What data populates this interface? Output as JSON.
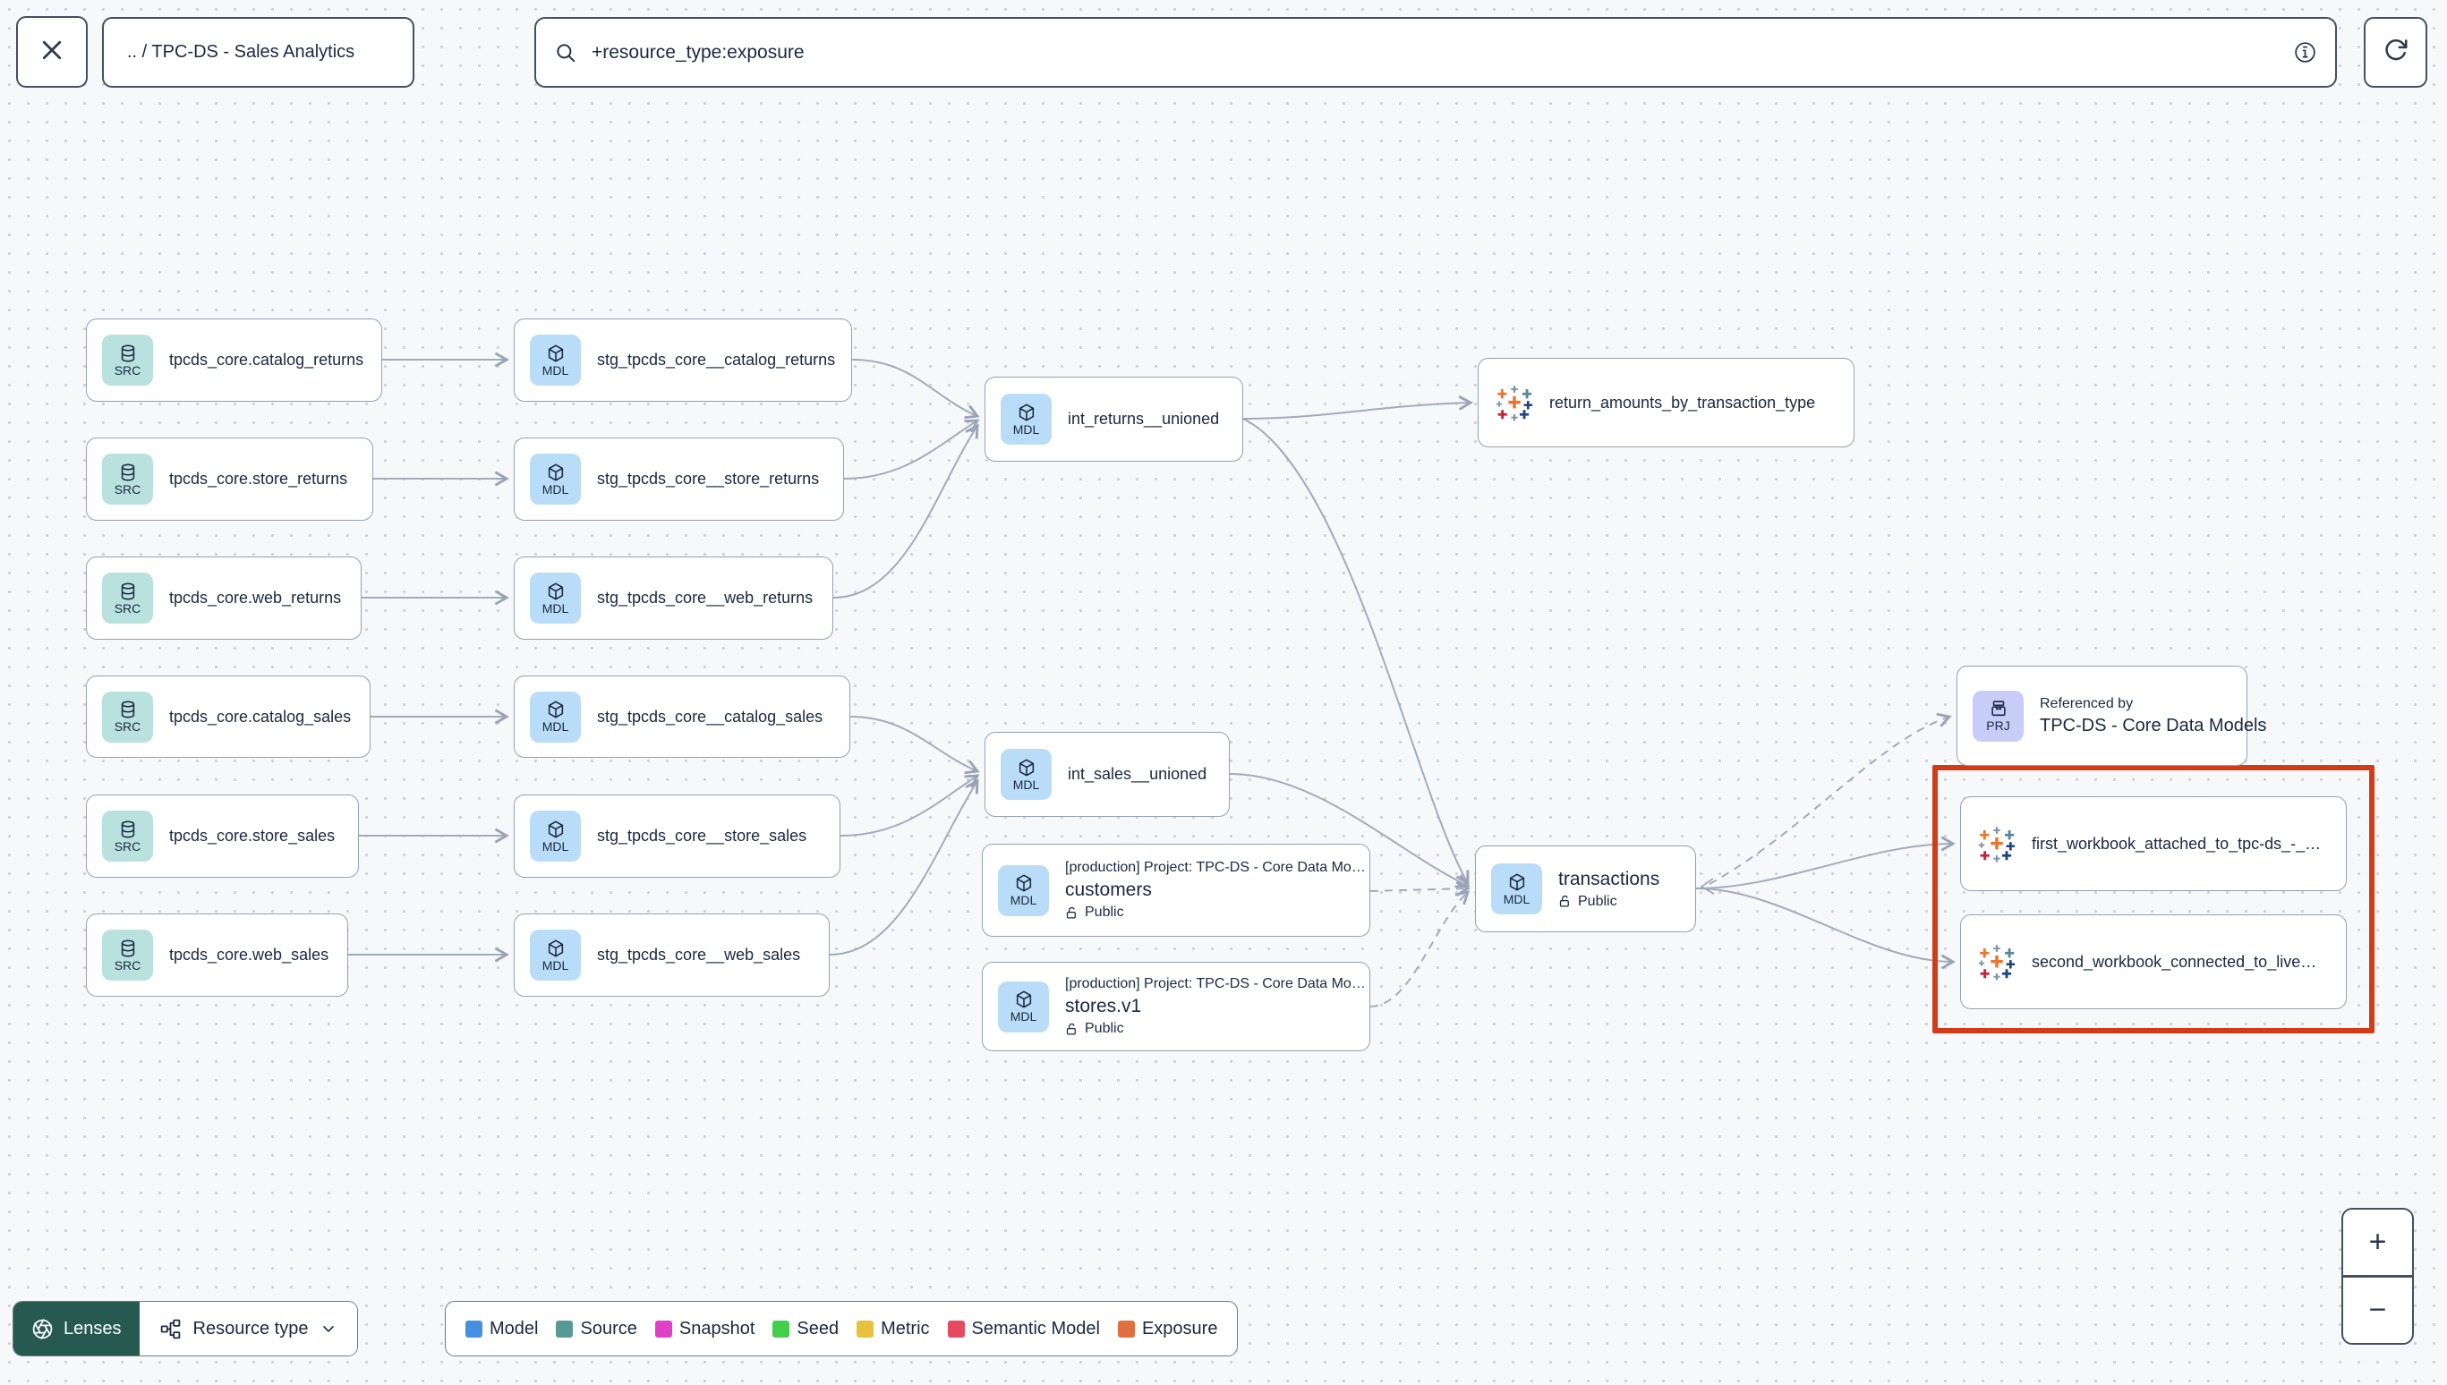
{
  "header": {
    "breadcrumb": ".. / TPC-DS - Sales Analytics",
    "search": {
      "value": "+resource_type:exposure"
    }
  },
  "graph": {
    "sources": [
      {
        "badge": "SRC",
        "label": "tpcds_core.catalog_returns"
      },
      {
        "badge": "SRC",
        "label": "tpcds_core.store_returns"
      },
      {
        "badge": "SRC",
        "label": "tpcds_core.web_returns"
      },
      {
        "badge": "SRC",
        "label": "tpcds_core.catalog_sales"
      },
      {
        "badge": "SRC",
        "label": "tpcds_core.store_sales"
      },
      {
        "badge": "SRC",
        "label": "tpcds_core.web_sales"
      }
    ],
    "staging": [
      {
        "badge": "MDL",
        "label": "stg_tpcds_core__catalog_returns"
      },
      {
        "badge": "MDL",
        "label": "stg_tpcds_core__store_returns"
      },
      {
        "badge": "MDL",
        "label": "stg_tpcds_core__web_returns"
      },
      {
        "badge": "MDL",
        "label": "stg_tpcds_core__catalog_sales"
      },
      {
        "badge": "MDL",
        "label": "stg_tpcds_core__store_sales"
      },
      {
        "badge": "MDL",
        "label": "stg_tpcds_core__web_sales"
      }
    ],
    "int_returns": {
      "badge": "MDL",
      "label": "int_returns__unioned"
    },
    "int_sales": {
      "badge": "MDL",
      "label": "int_sales__unioned"
    },
    "exposure_return_amounts": {
      "label": "return_amounts_by_transaction_type"
    },
    "customers": {
      "badge": "MDL",
      "project": "[production] Project: TPC-DS - Core Data Mo…",
      "label": "customers",
      "access": "Public"
    },
    "stores": {
      "badge": "MDL",
      "project": "[production] Project: TPC-DS - Core Data Mo…",
      "label": "stores.v1",
      "access": "Public"
    },
    "transactions": {
      "badge": "MDL",
      "label": "transactions",
      "access": "Public"
    },
    "referenced_by": {
      "badge": "PRJ",
      "title": "Referenced by",
      "label": "TPC-DS - Core Data Models"
    },
    "exposure_first_workbook": {
      "label": "first_workbook_attached_to_tpc-ds_-_…"
    },
    "exposure_second_workbook": {
      "label": "second_workbook_connected_to_live…"
    }
  },
  "footer": {
    "lenses_label": "Lenses",
    "lens_selector": "Resource type",
    "legend": [
      {
        "label": "Model",
        "color": "#4690e2"
      },
      {
        "label": "Source",
        "color": "#569a94"
      },
      {
        "label": "Snapshot",
        "color": "#de41c4"
      },
      {
        "label": "Seed",
        "color": "#43cf4c"
      },
      {
        "label": "Metric",
        "color": "#e9c03c"
      },
      {
        "label": "Semantic Model",
        "color": "#e64a5e"
      },
      {
        "label": "Exposure",
        "color": "#e0703e"
      }
    ]
  },
  "zoom_controls": {
    "in": "+",
    "out": "−"
  },
  "colors": {
    "highlight_box": "#d23b17",
    "src_badge": "#b9e2df",
    "mdl_badge": "#b9ddf8",
    "prj_badge": "#c7cdf6",
    "lenses_bg": "#26594f"
  }
}
